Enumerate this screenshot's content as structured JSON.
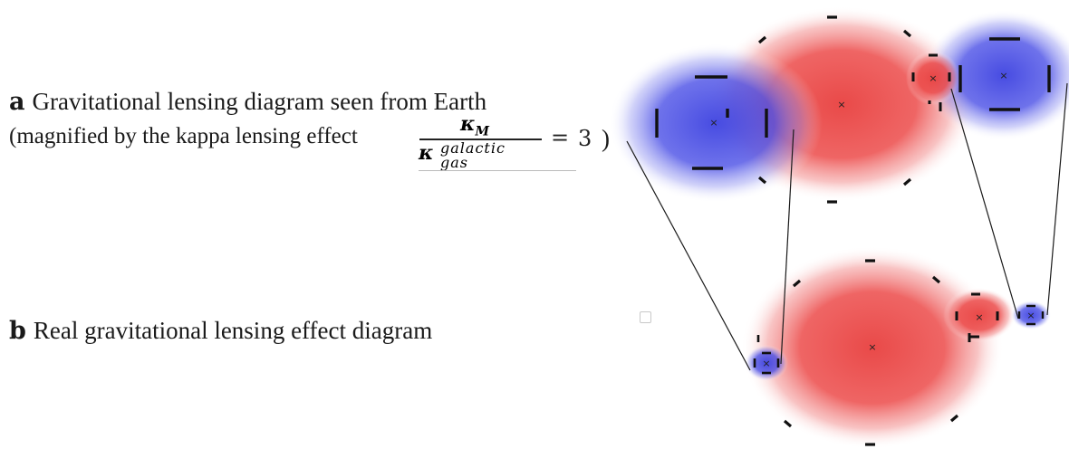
{
  "caption_a": {
    "letter": "a",
    "line1": "Gravitational lensing diagram seen from Earth",
    "line2": "(magnified by the kappa lensing effect",
    "frac_numerator": "κM",
    "frac_denominator_base": "κ",
    "frac_denominator_sup": "galactic",
    "frac_denominator_sub": "gas",
    "equals": "=",
    "value": "3",
    "close_paren": ")"
  },
  "caption_b": {
    "letter": "b",
    "text": "Real gravitational lensing effect diagram"
  },
  "colors": {
    "red": "#e8403f",
    "blue": "#3d42e0",
    "line": "#1a1a1a"
  },
  "marker_symbol": "×"
}
